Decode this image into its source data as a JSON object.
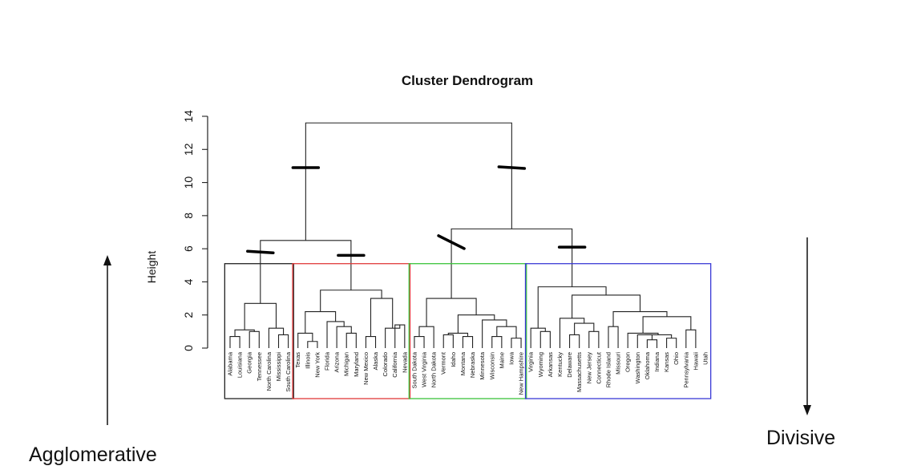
{
  "title": "Cluster Dendrogram",
  "y_axis_label": "Height",
  "y_ticks": [
    "0",
    "2",
    "4",
    "6",
    "8",
    "10",
    "12",
    "14"
  ],
  "leaves": [
    "Alabama",
    "Louisiana",
    "Georgia",
    "Tennessee",
    "North Carolina",
    "Mississippi",
    "South Carolina",
    "Texas",
    "Illinois",
    "New York",
    "Florida",
    "Arizona",
    "Michigan",
    "Maryland",
    "New Mexico",
    "Alaska",
    "Colorado",
    "California",
    "Nevada",
    "South Dakota",
    "West Virginia",
    "North Dakota",
    "Vermont",
    "Idaho",
    "Montana",
    "Nebraska",
    "Minnesota",
    "Wisconsin",
    "Maine",
    "Iowa",
    "New Hampshire",
    "Virginia",
    "Wyoming",
    "Arkansas",
    "Kentucky",
    "Delaware",
    "Massachusetts",
    "New Jersey",
    "Connecticut",
    "Rhode Island",
    "Missouri",
    "Oregon",
    "Washington",
    "Oklahoma",
    "Indiana",
    "Kansas",
    "Ohio",
    "Pennsylvania",
    "Hawaii",
    "Utah"
  ],
  "left_label": "Agglomerative",
  "right_label": "Divisive",
  "colors": {
    "cluster1": "#222222",
    "cluster2": "#e03a3a",
    "cluster3": "#3cc43c",
    "cluster4": "#3a3ad6",
    "marker": "#000000"
  },
  "chart_data": {
    "type": "dendrogram",
    "title": "Cluster Dendrogram",
    "ylabel": "Height",
    "ylim": [
      0,
      14
    ],
    "cut_height": 5.1,
    "clusters": [
      {
        "color": "cluster1",
        "leaves": [
          "Alabama",
          "Louisiana",
          "Georgia",
          "Tennessee",
          "North Carolina",
          "Mississippi",
          "South Carolina"
        ]
      },
      {
        "color": "cluster2",
        "leaves": [
          "Texas",
          "Illinois",
          "New York",
          "Florida",
          "Arizona",
          "Michigan",
          "Maryland",
          "New Mexico",
          "Alaska",
          "Colorado",
          "California",
          "Nevada"
        ]
      },
      {
        "color": "cluster3",
        "leaves": [
          "South Dakota",
          "West Virginia",
          "North Dakota",
          "Vermont",
          "Idaho",
          "Montana",
          "Nebraska",
          "Minnesota",
          "Wisconsin",
          "Maine",
          "Iowa",
          "New Hampshire"
        ]
      },
      {
        "color": "cluster4",
        "leaves": [
          "Virginia",
          "Wyoming",
          "Arkansas",
          "Kentucky",
          "Delaware",
          "Massachusetts",
          "New Jersey",
          "Connecticut",
          "Rhode Island",
          "Missouri",
          "Oregon",
          "Washington",
          "Oklahoma",
          "Indiana",
          "Kansas",
          "Ohio",
          "Pennsylvania",
          "Hawaii",
          "Utah"
        ]
      }
    ],
    "merges": [
      {
        "a": [
          0
        ],
        "b": [
          1
        ],
        "h": 0.7
      },
      {
        "a": [
          2
        ],
        "b": [
          3
        ],
        "h": 1.0
      },
      {
        "a": [
          0,
          1
        ],
        "b": [
          2,
          3
        ],
        "h": 1.1
      },
      {
        "a": [
          5
        ],
        "b": [
          6
        ],
        "h": 0.8
      },
      {
        "a": [
          4
        ],
        "b": [
          5,
          6
        ],
        "h": 1.2
      },
      {
        "a": [
          0,
          1,
          2,
          3
        ],
        "b": [
          4,
          5,
          6
        ],
        "h": 2.7
      },
      {
        "a": [
          8
        ],
        "b": [
          9
        ],
        "h": 0.4
      },
      {
        "a": [
          7
        ],
        "b": [
          8,
          9
        ],
        "h": 0.9
      },
      {
        "a": [
          12
        ],
        "b": [
          13
        ],
        "h": 0.9
      },
      {
        "a": [
          11
        ],
        "b": [
          12,
          13
        ],
        "h": 1.3
      },
      {
        "a": [
          10
        ],
        "b": [
          11,
          12,
          13
        ],
        "h": 1.6
      },
      {
        "a": [
          7,
          8,
          9
        ],
        "b": [
          10,
          11,
          12,
          13
        ],
        "h": 2.2
      },
      {
        "a": [
          14
        ],
        "b": [
          15
        ],
        "h": 0.7
      },
      {
        "a": [
          17
        ],
        "b": [
          18
        ],
        "h": 1.4
      },
      {
        "a": [
          16
        ],
        "b": [
          17,
          18
        ],
        "h": 1.2
      },
      {
        "a": [
          14,
          15
        ],
        "b": [
          16,
          17,
          18
        ],
        "h": 3.0
      },
      {
        "a": [
          7,
          8,
          9,
          10,
          11,
          12,
          13
        ],
        "b": [
          14,
          15,
          16,
          17,
          18
        ],
        "h": 3.5
      },
      {
        "a": [
          19
        ],
        "b": [
          20
        ],
        "h": 0.7
      },
      {
        "a": [
          21
        ],
        "b": [
          19,
          20
        ],
        "h": 1.3
      },
      {
        "a": [
          22
        ],
        "b": [
          23
        ],
        "h": 0.8
      },
      {
        "a": [
          24
        ],
        "b": [
          25
        ],
        "h": 0.7
      },
      {
        "a": [
          22,
          23
        ],
        "b": [
          24,
          25
        ],
        "h": 0.9
      },
      {
        "a": [
          27
        ],
        "b": [
          28
        ],
        "h": 0.7
      },
      {
        "a": [
          29
        ],
        "b": [
          30
        ],
        "h": 0.6
      },
      {
        "a": [
          27,
          28
        ],
        "b": [
          29,
          30
        ],
        "h": 1.3
      },
      {
        "a": [
          26
        ],
        "b": [
          27,
          28,
          29,
          30
        ],
        "h": 1.7
      },
      {
        "a": [
          22,
          23,
          24,
          25
        ],
        "b": [
          26,
          27,
          28,
          29,
          30
        ],
        "h": 2.0
      },
      {
        "a": [
          19,
          20,
          21
        ],
        "b": [
          22,
          23,
          24,
          25,
          26,
          27,
          28,
          29,
          30
        ],
        "h": 3.0
      },
      {
        "a": [
          32
        ],
        "b": [
          33
        ],
        "h": 1.0
      },
      {
        "a": [
          31
        ],
        "b": [
          32,
          33
        ],
        "h": 1.2
      },
      {
        "a": [
          35
        ],
        "b": [
          36
        ],
        "h": 0.8
      },
      {
        "a": [
          37
        ],
        "b": [
          38
        ],
        "h": 1.0
      },
      {
        "a": [
          36,
          35
        ],
        "b": [
          37,
          38
        ],
        "h": 1.5
      },
      {
        "a": [
          34
        ],
        "b": [
          35,
          36,
          37,
          38
        ],
        "h": 1.8
      },
      {
        "a": [
          39
        ],
        "b": [
          40
        ],
        "h": 1.3
      },
      {
        "a": [
          43
        ],
        "b": [
          44
        ],
        "h": 0.5
      },
      {
        "a": [
          42
        ],
        "b": [
          43,
          44
        ],
        "h": 0.8
      },
      {
        "a": [
          45
        ],
        "b": [
          46
        ],
        "h": 0.6
      },
      {
        "a": [
          42,
          43,
          44
        ],
        "b": [
          45,
          46
        ],
        "h": 0.8
      },
      {
        "a": [
          41
        ],
        "b": [
          42,
          43,
          44,
          45,
          46
        ],
        "h": 0.9
      },
      {
        "a": [
          47
        ],
        "b": [
          48
        ],
        "h": 1.1
      },
      {
        "a": [
          41,
          42,
          43,
          44,
          45,
          46
        ],
        "b": [
          47,
          48
        ],
        "h": 1.9
      },
      {
        "a": [
          39,
          40
        ],
        "b": [
          41,
          42,
          43,
          44,
          45,
          46,
          47,
          48
        ],
        "h": 2.2
      },
      {
        "a": [
          34,
          35,
          36,
          37,
          38
        ],
        "b": [
          39,
          40,
          41,
          42,
          43,
          44,
          45,
          46,
          47,
          48
        ],
        "h": 3.2
      },
      {
        "a": [
          31,
          32,
          33
        ],
        "b": [
          34,
          35,
          36,
          37,
          38,
          39,
          40,
          41,
          42,
          43,
          44,
          45,
          46,
          47,
          48
        ],
        "h": 3.7
      },
      {
        "a": [
          0,
          1,
          2,
          3,
          4,
          5,
          6
        ],
        "b": [
          7,
          8,
          9,
          10,
          11,
          12,
          13,
          14,
          15,
          16,
          17,
          18
        ],
        "h": 6.5
      },
      {
        "a": [
          19,
          20,
          21,
          22,
          23,
          24,
          25,
          26,
          27,
          28,
          29,
          30
        ],
        "b": [
          31,
          32,
          33,
          34,
          35,
          36,
          37,
          38,
          39,
          40,
          41,
          42,
          43,
          44,
          45,
          46,
          47,
          48
        ],
        "h": 7.2
      },
      {
        "a": [
          0,
          1,
          2,
          3,
          4,
          5,
          6,
          7,
          8,
          9,
          10,
          11,
          12,
          13,
          14,
          15,
          16,
          17,
          18
        ],
        "b": [
          19,
          20,
          21,
          22,
          23,
          24,
          25,
          26,
          27,
          28,
          29,
          30,
          31,
          32,
          33,
          34,
          35,
          36,
          37,
          38,
          39,
          40,
          41,
          42,
          43,
          44,
          45,
          46,
          47,
          48
        ],
        "h": 13.6
      }
    ]
  }
}
